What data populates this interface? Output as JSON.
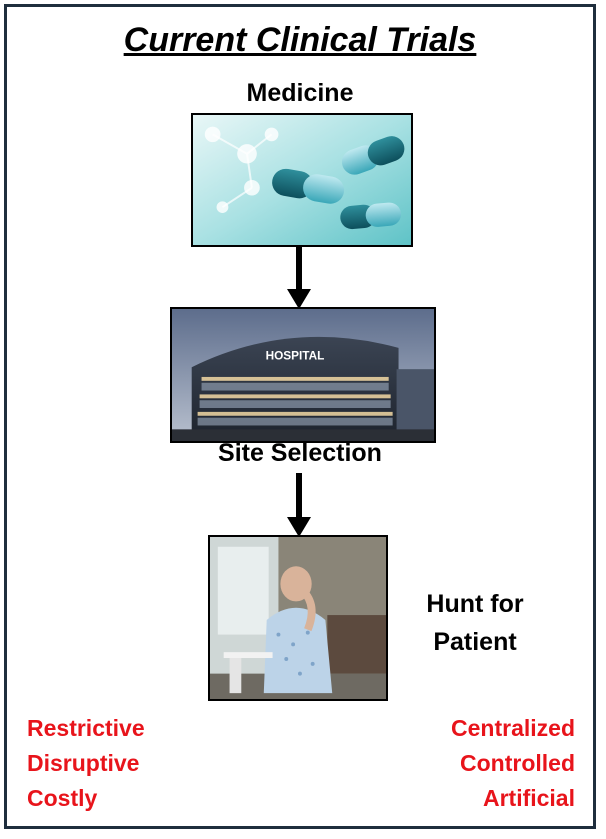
{
  "diagram": {
    "title": "Current Clinical Trials",
    "steps": [
      {
        "label": "Medicine",
        "image": "medicine-capsules-image"
      },
      {
        "label": "Site Selection",
        "image": "hospital-building-image"
      },
      {
        "label": "Hunt for Patient",
        "image": "waiting-patient-image"
      }
    ],
    "hunt_label_lines": [
      "Hunt for",
      "Patient"
    ],
    "drawbacks_left": [
      "Restrictive",
      "Disruptive",
      "Costly"
    ],
    "drawbacks_right": [
      "Centralized",
      "Controlled",
      "Artificial"
    ],
    "hospital_sign": "HOSPITAL",
    "colors": {
      "drawback_text": "#e8141b",
      "frame_border": "#1f2e3d",
      "arrow": "#000000"
    }
  }
}
